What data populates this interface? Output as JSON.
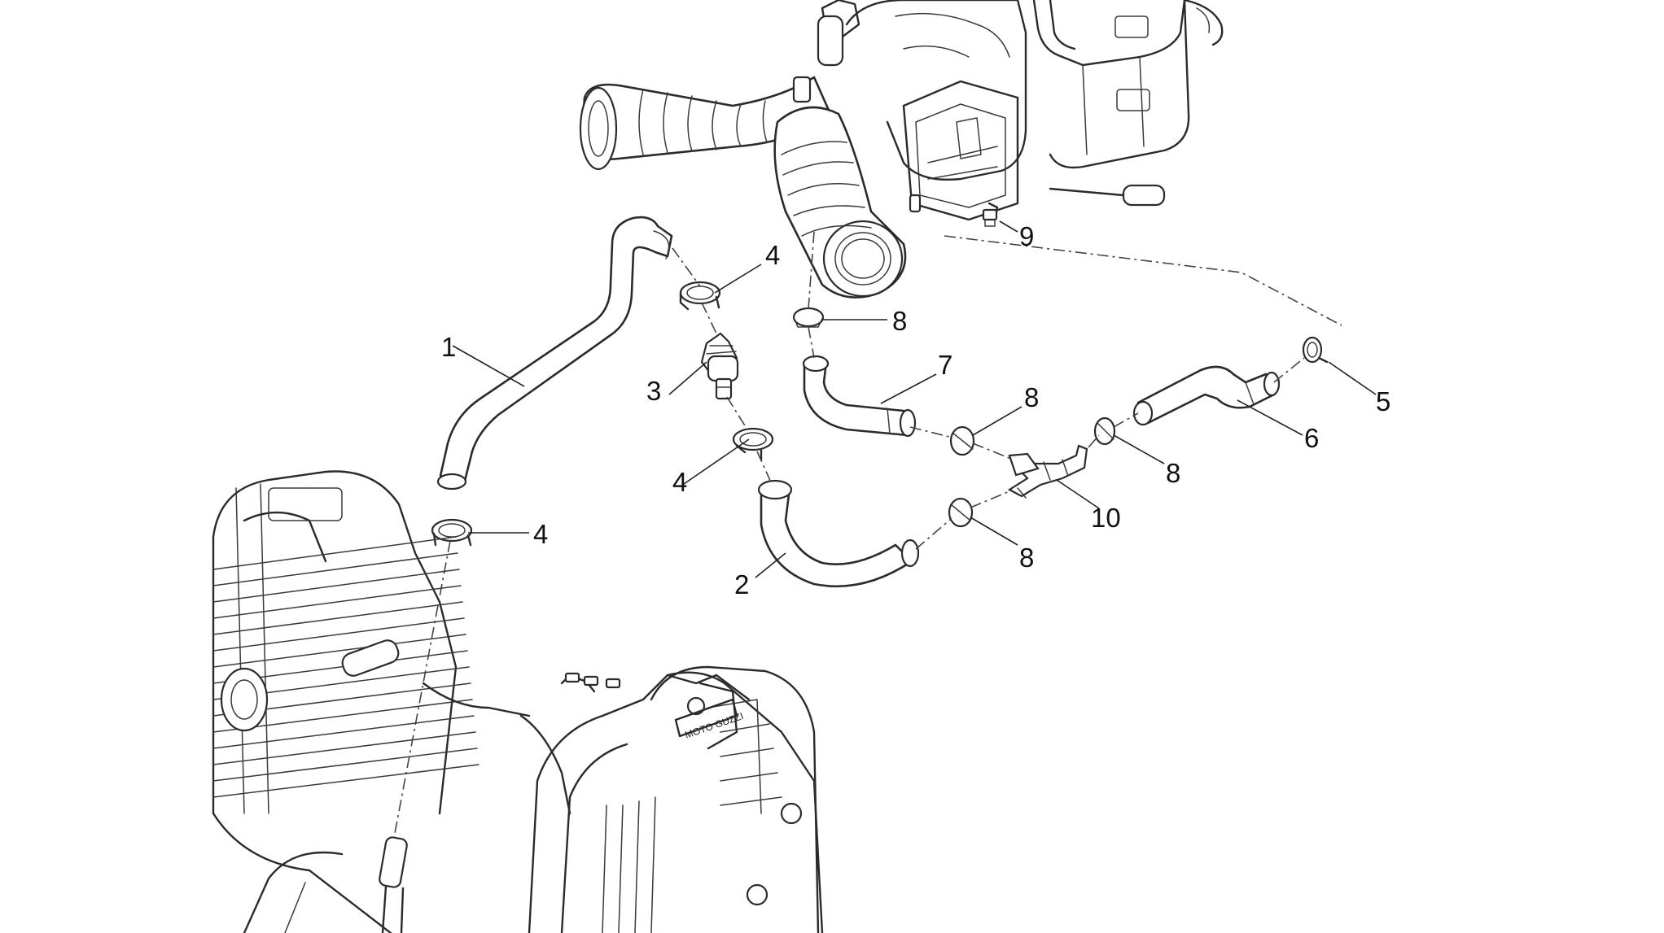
{
  "diagram": {
    "callouts": [
      {
        "id": "c1",
        "label": "1"
      },
      {
        "id": "c2",
        "label": "2"
      },
      {
        "id": "c3",
        "label": "3"
      },
      {
        "id": "c4a",
        "label": "4"
      },
      {
        "id": "c4b",
        "label": "4"
      },
      {
        "id": "c4c",
        "label": "4"
      },
      {
        "id": "c5",
        "label": "5"
      },
      {
        "id": "c6",
        "label": "6"
      },
      {
        "id": "c7",
        "label": "7"
      },
      {
        "id": "c8a",
        "label": "8"
      },
      {
        "id": "c8b",
        "label": "8"
      },
      {
        "id": "c8c",
        "label": "8"
      },
      {
        "id": "c8d",
        "label": "8"
      },
      {
        "id": "c9",
        "label": "9"
      },
      {
        "id": "c10",
        "label": "10"
      }
    ],
    "engraving": "MOTO GUZZI",
    "colors": {
      "line": "#2b2b2b",
      "background": "#ffffff"
    }
  }
}
